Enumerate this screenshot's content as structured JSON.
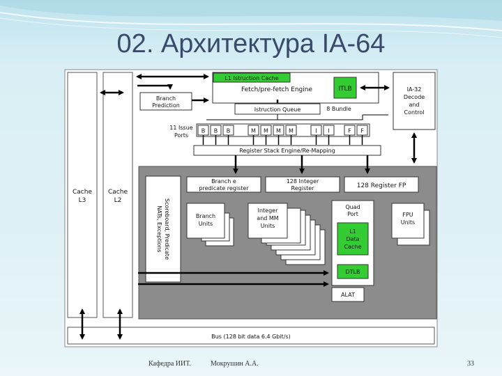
{
  "slide": {
    "title": "02. Архитектура IA-64",
    "footer_left": "Кафедра ИИТ.",
    "footer_author": "Мокрушин А.А.",
    "page_number": "33"
  },
  "diagram": {
    "l1_icache": "L1 Istruction Cache",
    "fetch_engine": "Fetch/pre-fetch Engine",
    "itlb": "ITLB",
    "branch_prediction": [
      "Branch",
      "Prediction"
    ],
    "instruction_queue": "Istruction Queue",
    "bundle": "8 Bundle",
    "ia32": [
      "IA-32",
      "Decode",
      "and",
      "Control"
    ],
    "issue_ports": [
      "11 Issue",
      "Ports"
    ],
    "ports": [
      "B",
      "B",
      "B",
      "M",
      "M",
      "M",
      "M",
      "I",
      "I",
      "F",
      "F"
    ],
    "register_stack": "Register Stack Engine/Re-Mapping",
    "cache_l3": [
      "Cache",
      "L3"
    ],
    "cache_l2": [
      "Cache",
      "L2"
    ],
    "branch_predicate_register": [
      "Branch e",
      "predicate register"
    ],
    "integer_register": [
      "128 Integer",
      "Register"
    ],
    "fp_register": "128 Register FP",
    "scoreboard": [
      "Scoreboard, Predicate",
      "NATs, Exceptions"
    ],
    "branch_units": [
      "Branch",
      "Units"
    ],
    "integer_mm_units": [
      "Integer",
      "and MM",
      "Units"
    ],
    "quad_port": [
      "Quad",
      "Port"
    ],
    "l1_dcache": [
      "L1",
      "Data",
      "Cache"
    ],
    "dtlb": "DTLB",
    "alat": "ALAT",
    "fpu_units": [
      "FPU",
      "Units"
    ],
    "bus": "Bus (128 bit data 6.4 Gbit/s)"
  },
  "colors": {
    "title": "#3b4a6b",
    "core_fill": "#8c8c8c",
    "green": "#33cc33",
    "box_fill": "#ffffff",
    "arrow": "#000000"
  }
}
